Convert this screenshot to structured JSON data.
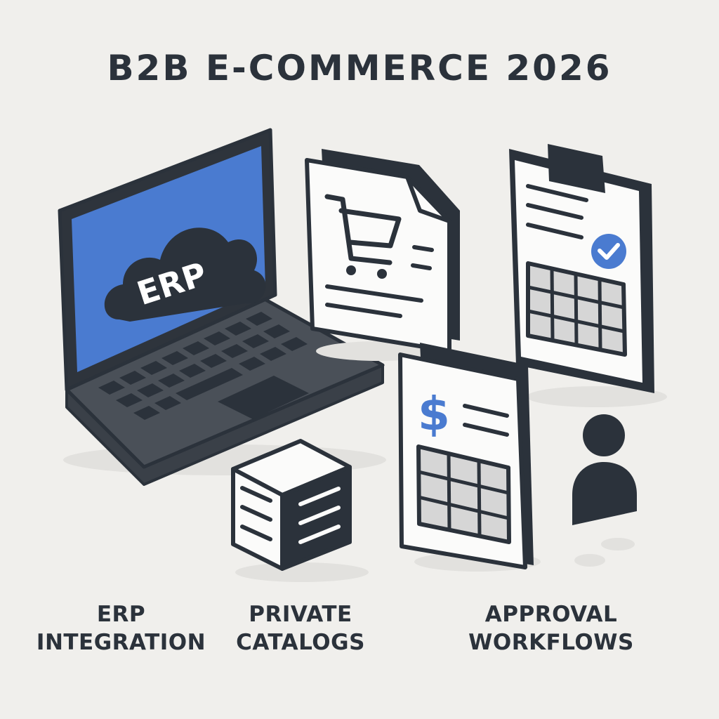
{
  "title": "B2B E-COMMERCE 2026",
  "laptop": {
    "screen_text": "ERP"
  },
  "invoice": {
    "currency_symbol": "$"
  },
  "labels": [
    {
      "line1": "ERP",
      "line2": "INTEGRATION"
    },
    {
      "line1": "PRIVATE",
      "line2": "CATALOGS"
    },
    {
      "line1": "APPROVAL",
      "line2": "WORKFLOWS"
    }
  ],
  "colors": {
    "background": "#f0efec",
    "dark": "#2b323b",
    "accent_blue": "#4a7bd0",
    "paper": "#fbfbfa",
    "grid_cell": "#d6d6d6"
  },
  "icons": [
    "laptop-icon",
    "cloud-icon",
    "shopping-cart-document-icon",
    "clipboard-checklist-icon",
    "check-icon",
    "invoice-icon",
    "box-icon",
    "user-icon"
  ]
}
